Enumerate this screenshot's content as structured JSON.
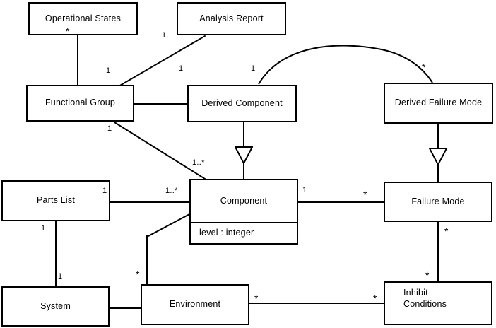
{
  "diagram": {
    "title": "UML Class Diagram",
    "type": "uml-class-diagram",
    "background_color": "#ffffff",
    "line_color": "#000000"
  },
  "classes": [
    {
      "id": "operational-states",
      "name": "Operational States",
      "attributes": []
    },
    {
      "id": "analysis-report",
      "name": "Analysis Report",
      "attributes": []
    },
    {
      "id": "functional-group",
      "name": "Functional Group",
      "attributes": []
    },
    {
      "id": "derived-component",
      "name": "Derived Component",
      "attributes": []
    },
    {
      "id": "derived-failure-mode",
      "name": "Derived Failure Mode",
      "attributes": []
    },
    {
      "id": "parts-list",
      "name": "Parts List",
      "attributes": []
    },
    {
      "id": "component",
      "name": "Component",
      "attributes": [
        "level : integer"
      ]
    },
    {
      "id": "failure-mode",
      "name": "Failure Mode",
      "attributes": []
    },
    {
      "id": "system",
      "name": "System",
      "attributes": []
    },
    {
      "id": "environment",
      "name": "Environment",
      "attributes": []
    },
    {
      "id": "inhibit-conditions",
      "name": "Inhibit\nConditions",
      "attributes": []
    }
  ],
  "attributes": {
    "component_level": "level : integer"
  },
  "multiplicities": {
    "operational_states_to_functional_group": "*",
    "functional_group_to_analysis_report_near_fg": "1",
    "analysis_report_to_functional_group_near_ar": "1",
    "functional_group_to_derived_component": "1",
    "derived_component_to_derived_failure_mode_near_dfm": "*",
    "derived_component_to_derived_failure_mode_near_dc": "1",
    "functional_group_to_component_near_fg": "1",
    "functional_group_to_component_near_comp": "1..*",
    "parts_list_to_component_near_pl": "1",
    "parts_list_to_component_near_comp": "1..*",
    "parts_list_to_system_near_pl": "1",
    "parts_list_to_system_near_sys": "1",
    "component_to_failure_mode_near_comp": "1",
    "component_to_failure_mode_near_fm": "*",
    "component_to_environment": "*",
    "environment_to_inhibit_near_env": "*",
    "environment_to_inhibit_near_inhibit": "*",
    "failure_mode_to_inhibit_near_fm": "*",
    "failure_mode_to_inhibit_near_inhibit": "*"
  },
  "relationships": [
    {
      "from": "operational-states",
      "to": "functional-group",
      "kind": "association"
    },
    {
      "from": "analysis-report",
      "to": "functional-group",
      "kind": "association"
    },
    {
      "from": "functional-group",
      "to": "derived-component",
      "kind": "association"
    },
    {
      "from": "functional-group",
      "to": "component",
      "kind": "association"
    },
    {
      "from": "derived-component",
      "to": "derived-failure-mode",
      "kind": "association"
    },
    {
      "from": "derived-component",
      "to": "component",
      "kind": "generalization"
    },
    {
      "from": "derived-failure-mode",
      "to": "failure-mode",
      "kind": "generalization"
    },
    {
      "from": "parts-list",
      "to": "component",
      "kind": "association"
    },
    {
      "from": "parts-list",
      "to": "system",
      "kind": "association"
    },
    {
      "from": "component",
      "to": "failure-mode",
      "kind": "association"
    },
    {
      "from": "component",
      "to": "environment",
      "kind": "association"
    },
    {
      "from": "system",
      "to": "environment",
      "kind": "association"
    },
    {
      "from": "environment",
      "to": "inhibit-conditions",
      "kind": "association"
    },
    {
      "from": "failure-mode",
      "to": "inhibit-conditions",
      "kind": "association"
    }
  ]
}
